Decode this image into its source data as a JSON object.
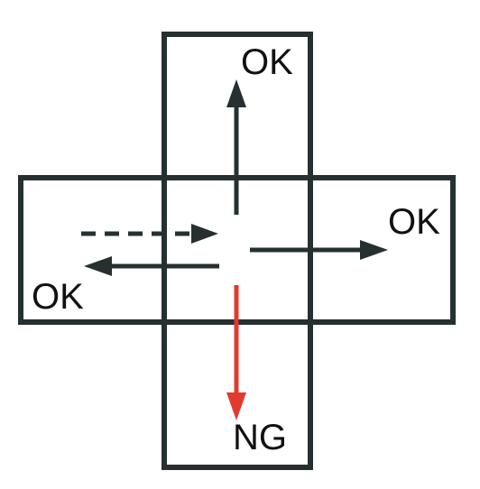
{
  "colors": {
    "outline": "#263031",
    "arrow_ok": "#263031",
    "arrow_ng": "#e23a2e",
    "background": "#ffffff",
    "text": "#111111"
  },
  "labels": {
    "up": "OK",
    "right": "OK",
    "left": "OK",
    "down": "NG"
  },
  "icons": {
    "incoming": "dashed-arrow-right",
    "up": "arrow-up",
    "right": "arrow-right",
    "left": "arrow-left",
    "down": "arrow-down"
  }
}
